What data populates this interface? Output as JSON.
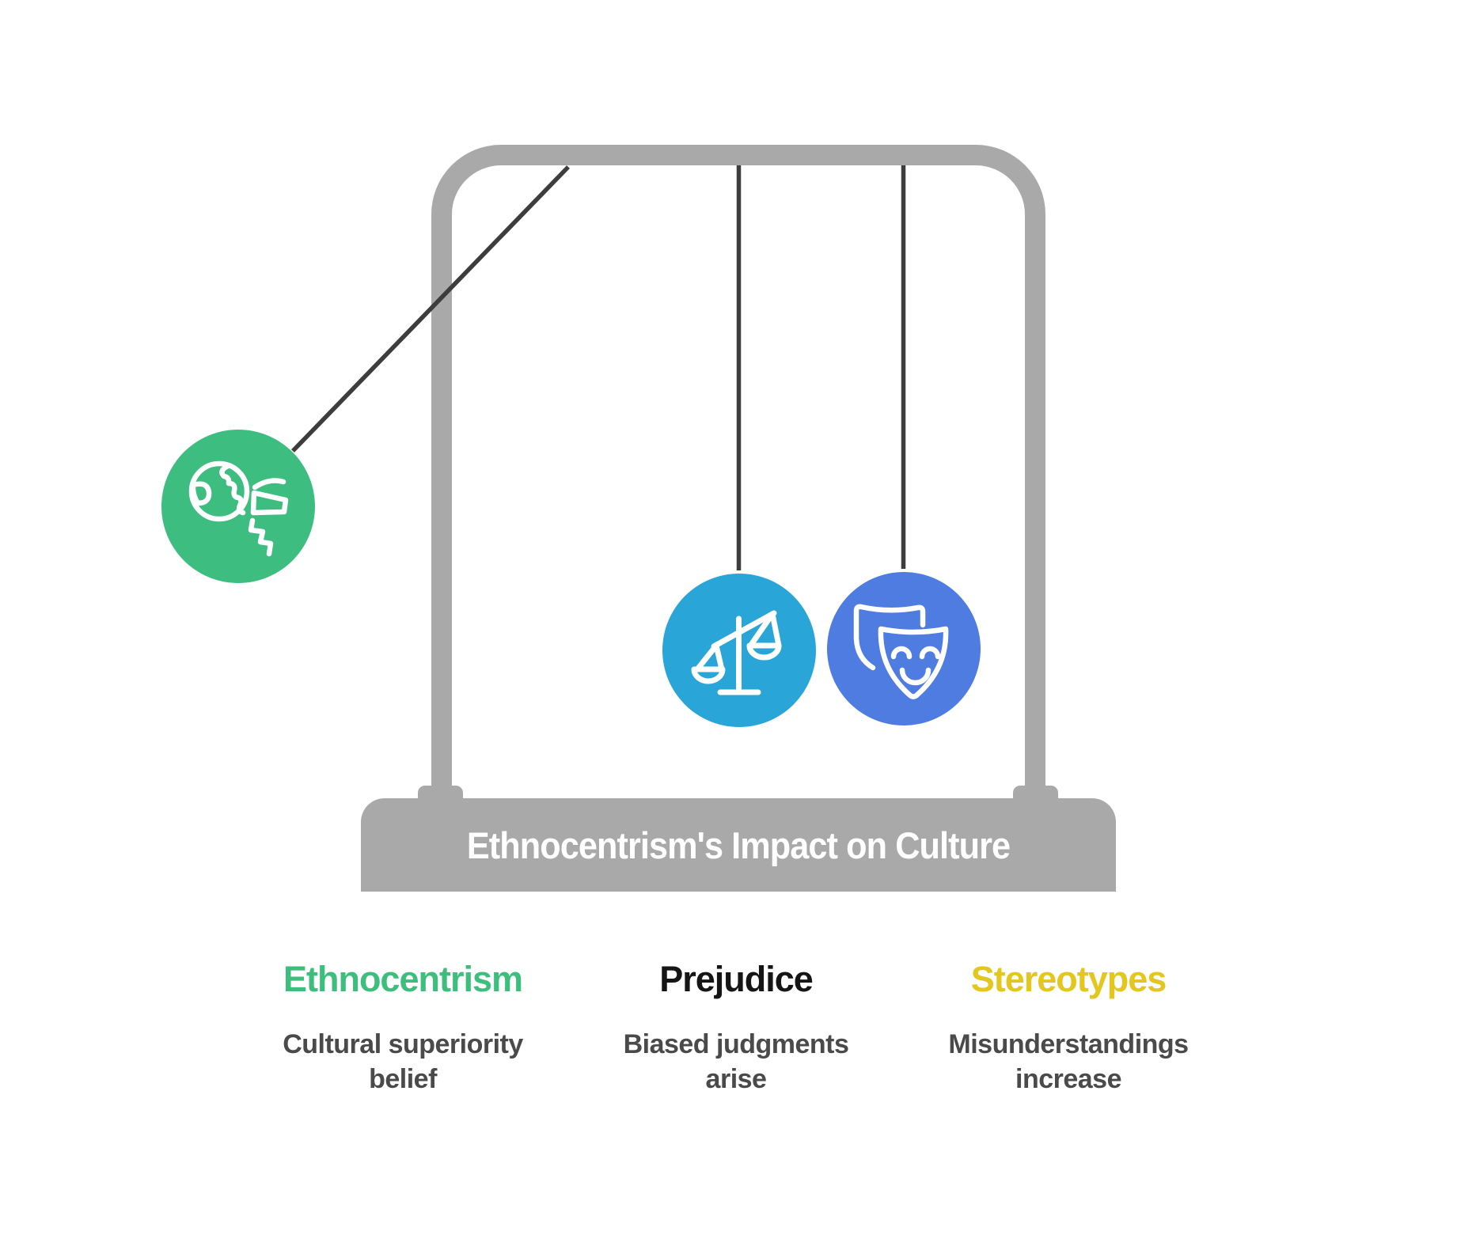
{
  "title_bar": {
    "text": "Ethnocentrism's Impact on Culture"
  },
  "pendulum": {
    "frame_color": "#A9A9A9",
    "string_color": "#3D3D3D",
    "balls": [
      {
        "id": "ethnocentrism",
        "icon": "globe-crack-icon",
        "color": "#3EBD80"
      },
      {
        "id": "prejudice",
        "icon": "balance-scale-icon",
        "color": "#29A5D8"
      },
      {
        "id": "stereotypes",
        "icon": "theater-masks-icon",
        "color": "#4F7CE1"
      }
    ]
  },
  "legend": {
    "items": [
      {
        "label": "Ethnocentrism",
        "color": "#3DBE7D",
        "description_lines": [
          "Cultural superiority",
          "belief"
        ]
      },
      {
        "label": "Prejudice",
        "color": "#151515",
        "description_lines": [
          "Biased judgments",
          "arise"
        ]
      },
      {
        "label": "Stereotypes",
        "color": "#E3C71E",
        "description_lines": [
          "Misunderstandings",
          "increase"
        ]
      }
    ]
  }
}
